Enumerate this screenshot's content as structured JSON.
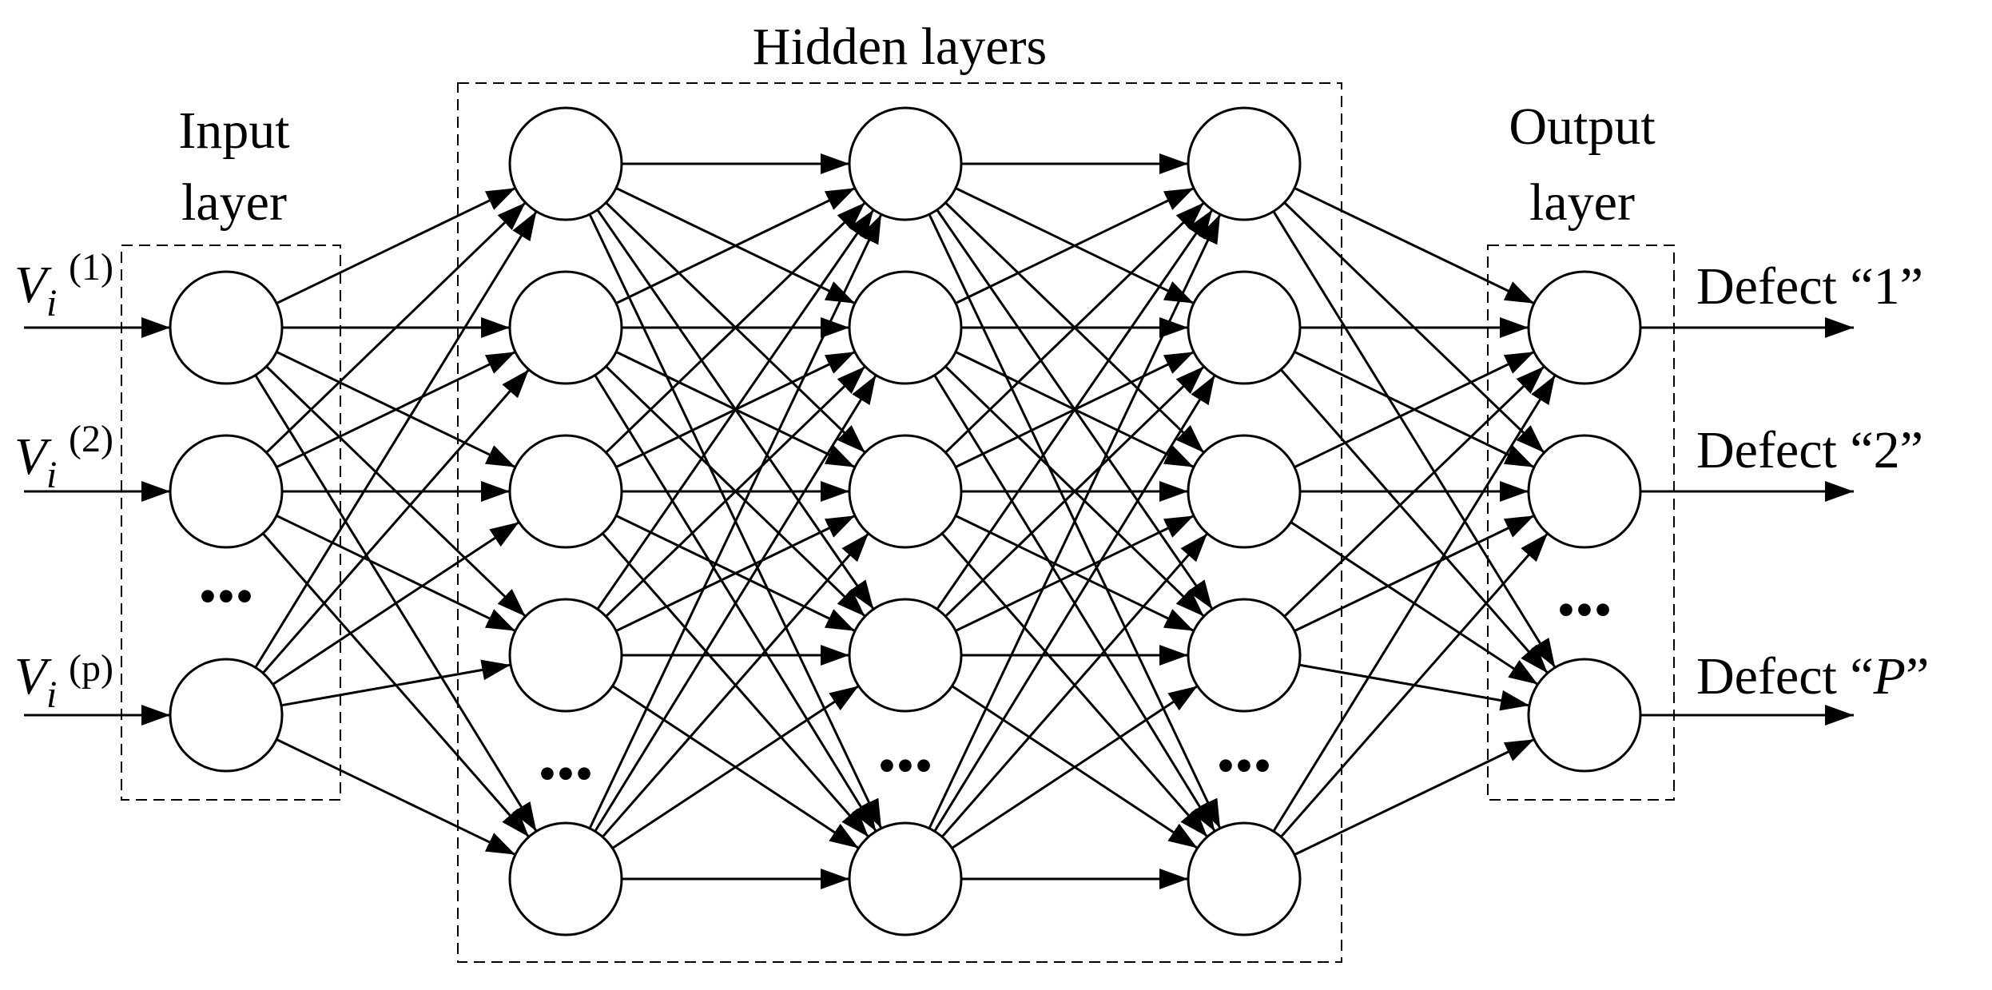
{
  "title": "Hidden layers",
  "input_layer": {
    "label_line1": "Input",
    "label_line2": "layer",
    "inputs": [
      {
        "var": "V",
        "sub": "i",
        "sup": "(1)"
      },
      {
        "var": "V",
        "sub": "i",
        "sup": "(2)"
      },
      {
        "var": "V",
        "sub": "i",
        "sup": "(p)"
      }
    ],
    "ellipsis": "•••"
  },
  "hidden_layers": {
    "ellipsis": "•••",
    "count": 3
  },
  "output_layer": {
    "label_line1": "Output",
    "label_line2": "layer",
    "ellipsis": "•••",
    "outputs": [
      {
        "prefix": "Defect “",
        "name": "1",
        "suffix": "”",
        "italic": false
      },
      {
        "prefix": "Defect “",
        "name": "2",
        "suffix": "”",
        "italic": false
      },
      {
        "prefix": "Defect “",
        "name": "P",
        "suffix": "”",
        "italic": true
      }
    ]
  }
}
